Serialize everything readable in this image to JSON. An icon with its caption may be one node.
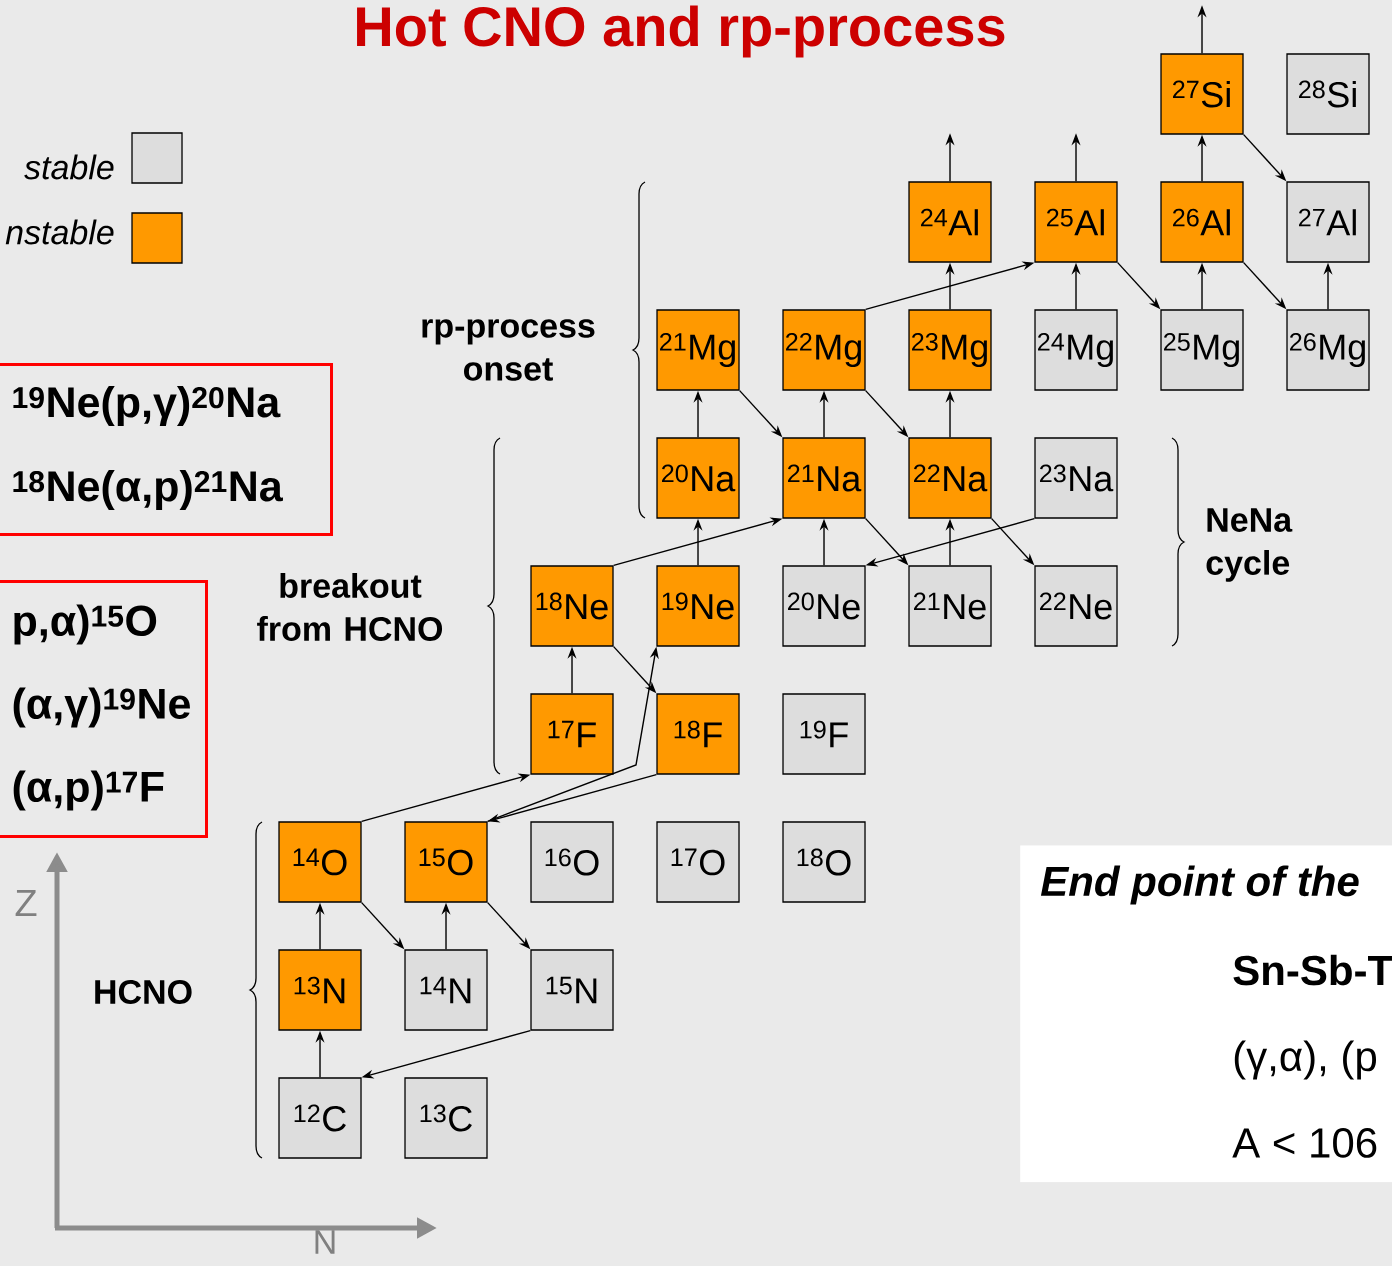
{
  "diagram": {
    "title": "Hot CNO and rp-process",
    "nodes": [
      {
        "text": [
          "$^{19}$Ne(p,γ)$^{20}$Na",
          "$^{18}$Ne(α,p)$^{21}$Na"
        ]
      },
      {
        "text": [
          "p,α)$^{15}$O",
          "(α,γ)$^{19}$Ne",
          "(α,p)$^{17}$F"
        ]
      },
      {
        "text": [
          "$^{27}$Si"
        ]
      },
      {
        "text": [
          "$^{28}$Si"
        ]
      },
      {
        "text": [
          "$^{24}$Al"
        ]
      },
      {
        "text": [
          "$^{25}$Al"
        ]
      },
      {
        "text": [
          "$^{26}$Al"
        ]
      },
      {
        "text": [
          "$^{27}$Al"
        ]
      },
      {
        "text": [
          "$^{21}$Mg"
        ]
      },
      {
        "text": [
          "$^{22}$Mg"
        ]
      },
      {
        "text": [
          "$^{23}$Mg"
        ]
      },
      {
        "text": [
          "$^{24}$Mg"
        ]
      },
      {
        "text": [
          "$^{25}$Mg"
        ]
      },
      {
        "text": [
          "$^{26}$Mg"
        ]
      },
      {
        "text": [
          "$^{20}$Na"
        ]
      },
      {
        "text": [
          "$^{21}$Na"
        ]
      },
      {
        "text": [
          "$^{22}$Na"
        ]
      },
      {
        "text": [
          "$^{23}$Na"
        ]
      },
      {
        "text": [
          "$^{18}$Ne"
        ]
      },
      {
        "text": [
          "$^{19}$Ne"
        ]
      },
      {
        "text": [
          "$^{20}$Ne"
        ]
      },
      {
        "text": [
          "$^{21}$Ne"
        ]
      },
      {
        "text": [
          "$^{22}$Ne"
        ]
      },
      {
        "text": [
          "$^{17}$F"
        ]
      },
      {
        "text": [
          "$^{18}$F"
        ]
      },
      {
        "text": [
          "$^{19}$F"
        ]
      },
      {
        "text": [
          "$^{14}$O"
        ]
      },
      {
        "text": [
          "$^{15}$O"
        ]
      },
      {
        "text": [
          "$^{16}$O"
        ]
      },
      {
        "text": [
          "$^{17}$O"
        ]
      },
      {
        "text": [
          "$^{18}$O"
        ]
      },
      {
        "text": [
          "$^{13}$N"
        ]
      },
      {
        "text": [
          "$^{14}$N"
        ]
      },
      {
        "text": [
          "$^{15}$N"
        ]
      },
      {
        "text": [
          "$^{12}$C"
        ]
      },
      {
        "text": [
          "$^{13}$C"
        ]
      },
      {
        "text": [
          "End point of the",
          "Sn-Sb-T",
          "(γ,α), (p",
          "A < 106"
        ]
      }
    ],
    "edges": [
      {
        "from": 34,
        "to": 31,
        "arrow": "to"
      },
      {
        "from": 31,
        "to": 26,
        "arrow": "to"
      },
      {
        "from": 26,
        "to": 32,
        "arrow": "to"
      },
      {
        "from": 32,
        "to": 27,
        "arrow": "to"
      },
      {
        "from": 27,
        "to": 33,
        "arrow": "to"
      },
      {
        "from": 33,
        "to": 34,
        "arrow": "to"
      },
      {
        "from": 26,
        "to": 23,
        "arrow": "to"
      },
      {
        "from": 24,
        "to": 27,
        "arrow": "to"
      },
      {
        "from": 27,
        "to": 19,
        "arrow": "to"
      },
      {
        "from": 23,
        "to": 18,
        "arrow": "to"
      },
      {
        "from": 18,
        "to": 24,
        "arrow": "to"
      },
      {
        "from": 18,
        "to": 15,
        "arrow": "to"
      },
      {
        "from": 19,
        "to": 14,
        "arrow": "to"
      },
      {
        "from": 14,
        "to": 8,
        "arrow": "to"
      },
      {
        "from": 8,
        "to": 15,
        "arrow": "to"
      },
      {
        "from": 20,
        "to": 15,
        "arrow": "to"
      },
      {
        "from": 15,
        "to": 9,
        "arrow": "to"
      },
      {
        "from": 15,
        "to": 21,
        "arrow": "to"
      },
      {
        "from": 9,
        "to": 16,
        "arrow": "to"
      },
      {
        "from": 9,
        "to": 5,
        "arrow": "to"
      },
      {
        "from": 21,
        "to": 16,
        "arrow": "to"
      },
      {
        "from": 16,
        "to": 10,
        "arrow": "to"
      },
      {
        "from": 16,
        "to": 22,
        "arrow": "to"
      },
      {
        "from": 17,
        "to": 20,
        "arrow": "to"
      },
      {
        "from": 10,
        "to": 4,
        "arrow": "to"
      },
      {
        "from": 4,
        "to": null,
        "arrow": "to"
      },
      {
        "from": 11,
        "to": 5,
        "arrow": "to"
      },
      {
        "from": 5,
        "to": null,
        "arrow": "to"
      },
      {
        "from": 5,
        "to": 12,
        "arrow": "to"
      },
      {
        "from": 12,
        "to": 6,
        "arrow": "to"
      },
      {
        "from": 6,
        "to": 2,
        "arrow": "to"
      },
      {
        "from": 6,
        "to": 13,
        "arrow": "to"
      },
      {
        "from": 2,
        "to": null,
        "arrow": "to"
      },
      {
        "from": 2,
        "to": 7,
        "arrow": "to"
      },
      {
        "from": 13,
        "to": 7,
        "arrow": "to"
      }
    ],
    "labels": [
      "rp-process onset",
      "breakout from HCNO",
      "NeNa cycle",
      "HCNO",
      "Z",
      "N"
    ],
    "legend": [
      {
        "text": "stable",
        "color": "#dddddd"
      },
      {
        "text": "nstable",
        "color": "#ff9900"
      }
    ]
  }
}
